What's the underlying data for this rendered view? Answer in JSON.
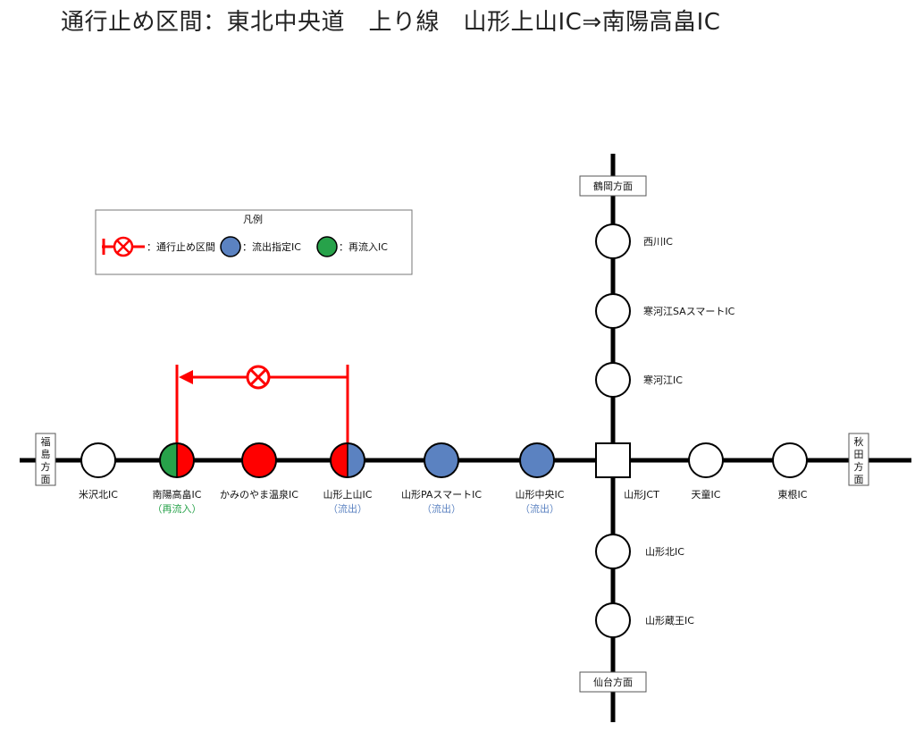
{
  "title": "通行止め区間：東北中央道　上り線　山形上山IC⇒南陽高畠IC",
  "legend": {
    "title": "凡例",
    "closed": "：通行止め区間",
    "exit": "：流出指定IC",
    "reentry": "：再流入IC"
  },
  "directions": {
    "west": "福島方面",
    "east": "秋田方面",
    "north": "鶴岡方面",
    "south": "仙台方面"
  },
  "main_line": {
    "nodes": [
      {
        "label": "米沢北IC",
        "status": "",
        "sub": ""
      },
      {
        "label": "南陽高畠IC",
        "status": "reentry-split",
        "sub": "（再流入）"
      },
      {
        "label": "かみのやま温泉IC",
        "status": "closed",
        "sub": ""
      },
      {
        "label": "山形上山IC",
        "status": "exit-split",
        "sub": "（流出）"
      },
      {
        "label": "山形PAスマートIC",
        "status": "exit",
        "sub": "（流出）"
      },
      {
        "label": "山形中央IC",
        "status": "exit",
        "sub": "（流出）"
      },
      {
        "label": "山形JCT",
        "status": "junction",
        "sub": ""
      },
      {
        "label": "天童IC",
        "status": "",
        "sub": ""
      },
      {
        "label": "東根IC",
        "status": "",
        "sub": ""
      }
    ]
  },
  "branch_line": {
    "north_nodes": [
      "西川IC",
      "寒河江SAスマートIC",
      "寒河江IC"
    ],
    "south_nodes": [
      "山形北IC",
      "山形蔵王IC"
    ]
  },
  "colors": {
    "closed": "#ff0000",
    "exit": "#5b82c1",
    "reentry": "#27a24a",
    "line": "#000000",
    "sub_exit": "#5b82c1",
    "sub_reentry": "#27a24a"
  }
}
